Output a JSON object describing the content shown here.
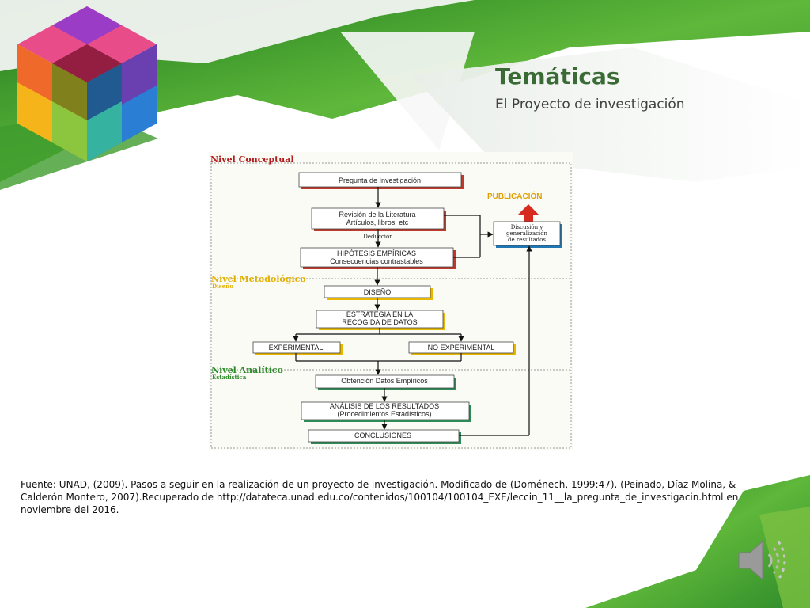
{
  "slide": {
    "title": "Temáticas",
    "subtitle": "El Proyecto de investigación",
    "source": "Fuente: UNAD, (2009). Pasos a seguir en la realización de un proyecto de investigación. Modificado de (Doménech, 1999:47). (Peinado, Díaz Molina, & Calderón Montero, 2007).Recuperado de http://datateca.unad.edu.co/contenidos/100104/100104_EXE/leccin_11__la_pregunta_de_investigacin.html en noviembre del 2016."
  },
  "diagram": {
    "levels": {
      "conceptual": "Nivel Conceptual",
      "metodologico": "Nivel Metodológico",
      "metodologico_sub": "Diseño",
      "analitico": "Nivel Analítico",
      "analitico_sub": "Estadística"
    },
    "boxes": {
      "pregunta": "Pregunta de Investigación",
      "revision_1": "Revisión de la Literatura",
      "revision_2": "Artículos, libros, etc",
      "deduccion": "Deducción",
      "hipotesis_1": "HIPÓTESIS EMPÍRICAS",
      "hipotesis_2": "Consecuencias contrastables",
      "diseno": "DISEÑO",
      "estrategia_1": "ESTRATEGIA EN LA",
      "estrategia_2": "RECOGIDA DE DATOS",
      "experimental": "EXPERIMENTAL",
      "no_experimental": "NO EXPERIMENTAL",
      "obtencion": "Obtención Datos Empíricos",
      "analisis_1": "ANÁLISIS DE LOS RESULTADOS",
      "analisis_2": "(Procedimientos Estadísticos)",
      "conclusiones": "CONCLUSIONES",
      "publicacion": "PUBLICACIÓN",
      "discusion_1": "Discusión y",
      "discusion_2": "generalización",
      "discusion_3": "de resultados"
    }
  },
  "colors": {
    "green_dark": "#2e8b2a",
    "green_light": "#7cc142",
    "title": "#3a6b35",
    "box_red": "#c0392b",
    "box_yellow": "#e8b800",
    "box_green": "#2e8b57",
    "box_blue": "#1f77b4",
    "pub_arrow": "#d62b1f"
  },
  "icons": {
    "logo": "cube-logo-icon",
    "speaker": "speaker-icon"
  }
}
